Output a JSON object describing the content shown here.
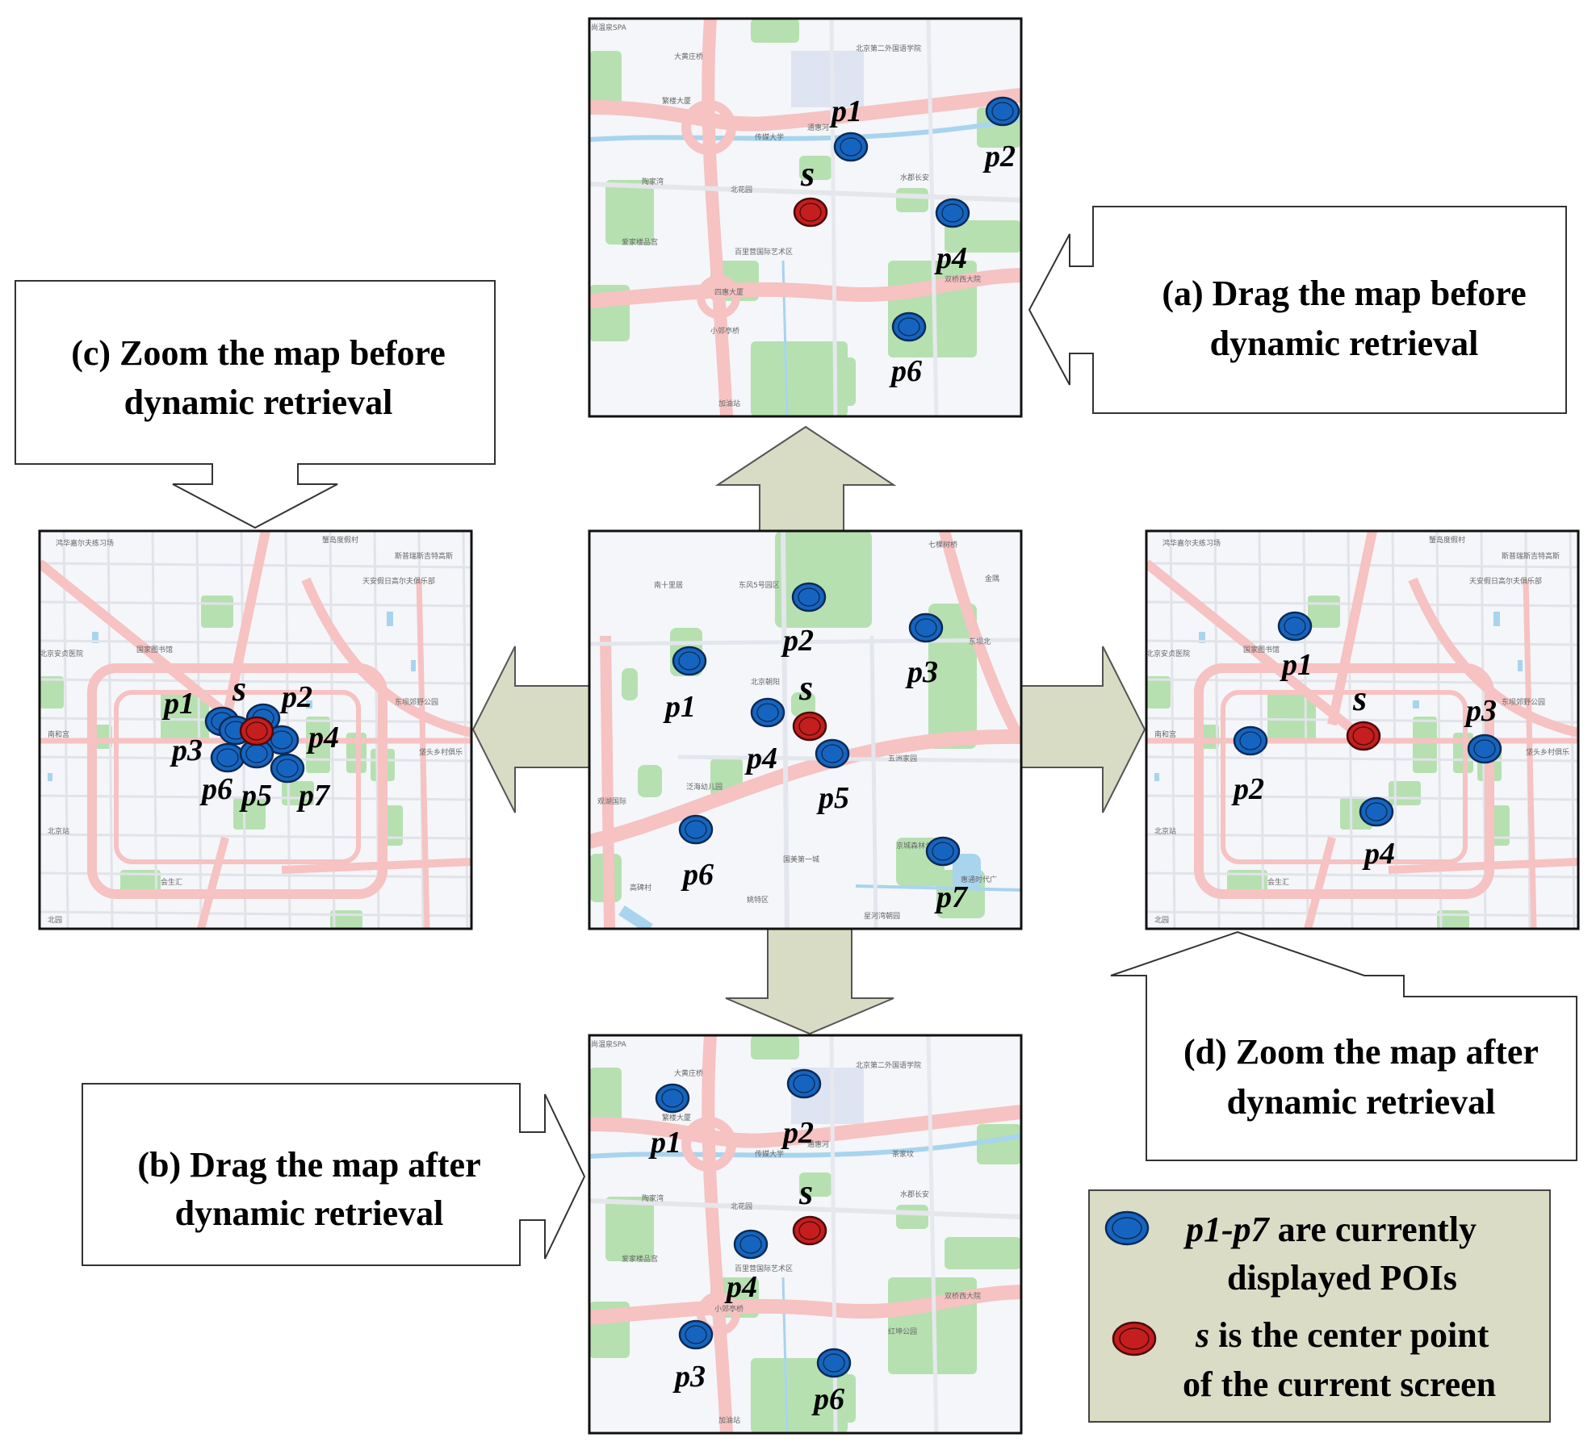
{
  "captions": {
    "a": [
      "(a) Drag the map before",
      "dynamic retrieval"
    ],
    "b": [
      "(b) Drag the map after",
      "dynamic retrieval"
    ],
    "c": [
      "(c) Zoom the map before",
      "dynamic retrieval"
    ],
    "d": [
      "(d) Zoom the map after",
      "dynamic retrieval"
    ]
  },
  "legend": {
    "poi_line1_italic": "p1-p7",
    "poi_line1_rest": " are currently",
    "poi_line2": "displayed POIs",
    "center_line1_italic": "s",
    "center_line1_rest": " is the center point",
    "center_line2": "of the current screen"
  },
  "colors": {
    "poi_fill": "#1565c0",
    "center_fill": "#c41e1e",
    "arrow_fill": "#d8dcc4",
    "legend_bg": "#dadcc6",
    "road": "#f6c2c2",
    "park": "#b6e0b0",
    "water": "#a8d4ee"
  },
  "maps": {
    "center": {
      "center_label": "s",
      "pois": [
        "p2",
        "p3",
        "p1",
        "p4",
        "p5",
        "p6",
        "p7"
      ],
      "place_names": [
        "南十里居",
        "东风5号园区",
        "七棵树桥",
        "金隅",
        "北京朝阳",
        "东坝北",
        "泛海幼儿园",
        "五洲家园",
        "国美第一城",
        "京城森林公园",
        "惠通时代广",
        "星河湾朝园",
        "高碑村",
        "姚特区",
        "观湖国际"
      ]
    },
    "top": {
      "center_label": "s",
      "pois": [
        "p1",
        "p2",
        "p4",
        "p6"
      ],
      "place_names": [
        "尚温泉SPA",
        "大黄庄桥",
        "北京第二外国语学院",
        "繁楼大厦",
        "通惠河",
        "传媒大学",
        "陶家湾",
        "北花园",
        "水郡长安",
        "爱家楼品宫",
        "百里营国际艺术区",
        "双桥西大院",
        "四惠大厦",
        "小郊亭桥",
        "加油站"
      ]
    },
    "left": {
      "center_label": "s",
      "pois": [
        "p1",
        "p2",
        "p4",
        "p3",
        "p6",
        "p5",
        "p7"
      ],
      "place_names": [
        "鸿华嘉尔夫练习场",
        "蟹岛度假村",
        "斯普瑞斯吉特高斯",
        "天安假日高尔夫俱乐部",
        "北京安贞医院",
        "国家图书馆",
        "东坝郊野公园",
        "垡头乡村俱乐",
        "南和宫",
        "北京站",
        "会生汇",
        "北园"
      ]
    },
    "right": {
      "center_label": "s",
      "pois": [
        "p1",
        "p3",
        "p2",
        "p4"
      ],
      "place_names": [
        "鸿华嘉尔夫练习场",
        "蟹岛度假村",
        "斯普瑞斯吉特高斯",
        "天安假日高尔夫俱乐部",
        "北京安贞医院",
        "国家图书馆",
        "东坝郊野公园",
        "垡头乡村俱乐",
        "南和宫",
        "北京站",
        "会生汇",
        "北园"
      ]
    },
    "bottom": {
      "center_label": "s",
      "pois": [
        "p1",
        "p2",
        "p4",
        "p3",
        "p6"
      ],
      "place_names": [
        "尚温泉SPA",
        "大黄庄桥",
        "北京第二外国语学院",
        "繁楼大厦",
        "通惠河",
        "传媒大学",
        "茶家坟",
        "陶家湾",
        "北花园",
        "水郡长安",
        "爱家楼品宫",
        "百里营国际艺术区",
        "双桥西大院",
        "红坤公园",
        "小郊亭桥",
        "加油站"
      ]
    }
  }
}
